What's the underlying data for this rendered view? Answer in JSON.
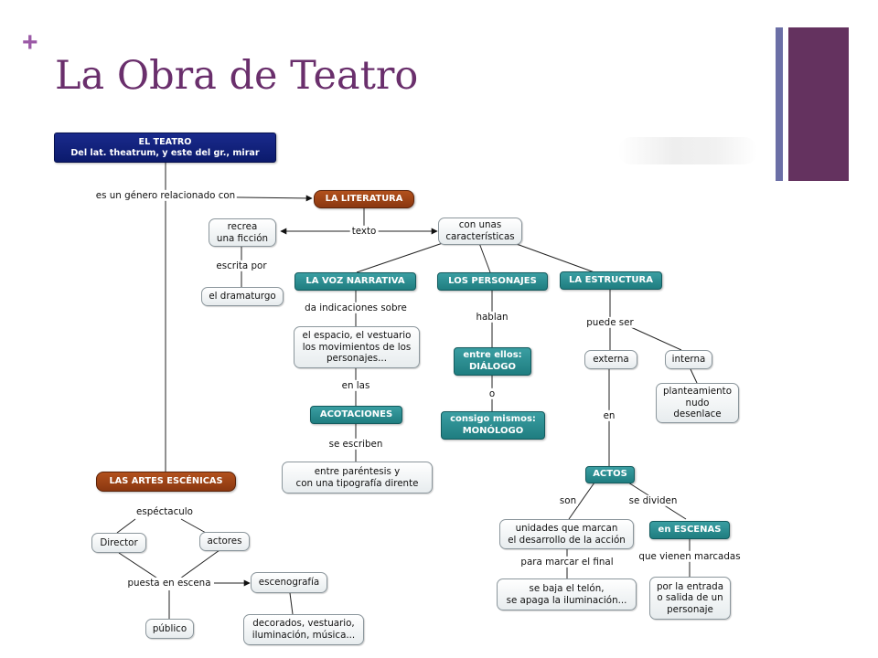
{
  "slide": {
    "plus": "+",
    "title": "La Obra de Teatro"
  },
  "colors": {
    "title": "#6a2f6c",
    "navy_node": "#0b1a6c",
    "brown_node": "#8a3710",
    "teal_node": "#1f7d80",
    "accent_bar": "#64325f"
  },
  "map": {
    "nodes": {
      "teatro": "EL TEATRO\nDel lat. theatrum, y este del gr., mirar",
      "literatura": "LA LITERATURA",
      "recrea": "recrea\nuna ficción",
      "caracteristicas": "con unas\ncaracterísticas",
      "dramaturgo": "el dramaturgo",
      "voz_narrativa": "LA VOZ NARRATIVA",
      "personajes": "LOS PERSONAJES",
      "estructura": "LA ESTRUCTURA",
      "espacio": "el espacio, el vestuario\nlos movimientos de los\npersonajes...",
      "dialogo": "entre ellos:\nDIÁLOGO",
      "monologo": "consigo mismos:\nMONÓLOGO",
      "acotaciones": "ACOTACIONES",
      "parentesis": "entre paréntesis y\ncon una tipografía dirente",
      "externa": "externa",
      "interna": "interna",
      "planteamiento": "planteamiento\nnudo\ndesenlace",
      "actos": "ACTOS",
      "unidades": "unidades que marcan\nel desarrollo de la acción",
      "en_escenas": "en ESCENAS",
      "telon": "se baja el telón,\nse apaga la iluminación...",
      "entrada": "por la entrada\no salida de un\npersonaje",
      "artes": "LAS ARTES ESCÉNICAS",
      "director": "Director",
      "actores": "actores",
      "escenografia": "escenografía",
      "publico": "público",
      "decorados": "decorados, vestuario,\niluminación, música..."
    },
    "labels": {
      "genero": "es un género relacionado con",
      "texto": "texto",
      "escrita_por": "escrita por",
      "indicaciones": "da indicaciones sobre",
      "hablan": "hablan",
      "puede_ser": "puede ser",
      "en_las": "en las",
      "o": "o",
      "se_escriben": "se escriben",
      "en": "en",
      "son": "son",
      "se_dividen": "se dividen",
      "para_marcar": "para marcar el final",
      "vienen_marcadas": "que vienen marcadas",
      "espectaculo": "espéctaculo",
      "puesta": "puesta en escena"
    }
  }
}
